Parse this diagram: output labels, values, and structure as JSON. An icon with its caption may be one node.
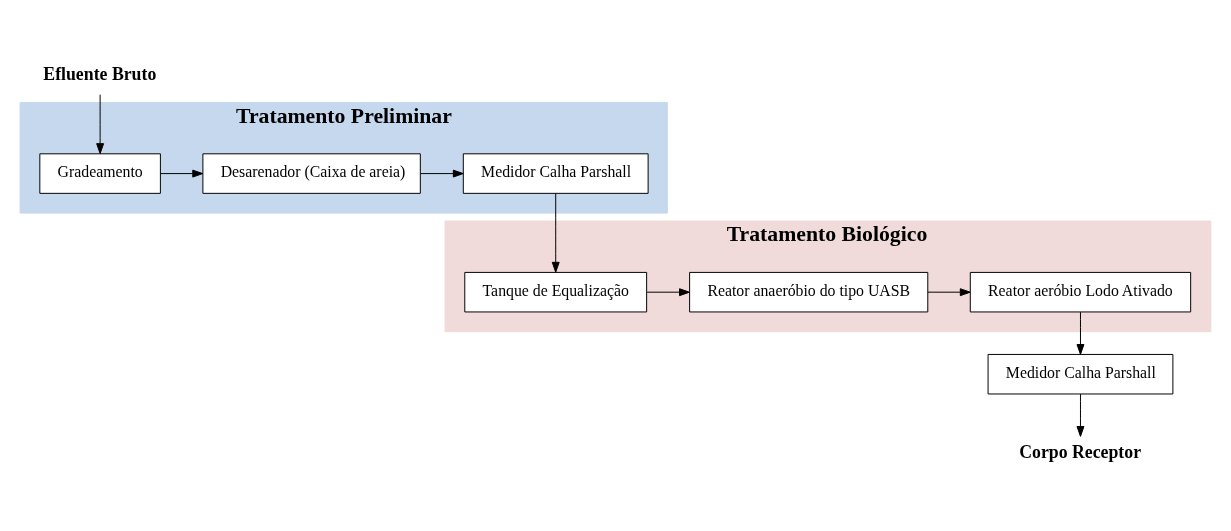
{
  "diagram": {
    "nodes": [
      {
        "text": [
          "Tratamento Preliminar"
        ]
      },
      {
        "text": [
          "Tratamento Biológico"
        ]
      },
      {
        "text": [
          "Efluente Bruto"
        ]
      },
      {
        "text": [
          "Gradeamento"
        ],
        "in": 0
      },
      {
        "text": [
          "Desarenador (Caixa de areia)"
        ],
        "in": 0
      },
      {
        "text": [
          "Medidor Calha Parshall"
        ],
        "in": 0
      },
      {
        "text": [
          "Medidor Calha Parshall"
        ]
      },
      {
        "text": [
          "Reator aeróbio Lodo Ativado"
        ],
        "in": 1
      },
      {
        "text": [
          "Reator anaeróbio do tipo UASB"
        ],
        "in": 1
      },
      {
        "text": [
          "Tanque de Equalização"
        ],
        "in": 1
      },
      {
        "text": [
          "Corpo Receptor"
        ]
      }
    ],
    "edges": [
      {
        "from": 2,
        "to": 3,
        "arrow": "to"
      },
      {
        "from": 3,
        "to": 4,
        "arrow": "to"
      },
      {
        "from": 4,
        "to": 5,
        "arrow": "to"
      },
      {
        "from": 5,
        "to": 9,
        "arrow": "to"
      },
      {
        "from": 9,
        "to": 8,
        "arrow": "to"
      },
      {
        "from": 8,
        "to": 7,
        "arrow": "to"
      },
      {
        "from": 7,
        "to": 6,
        "arrow": "to"
      },
      {
        "from": 6,
        "to": 10,
        "arrow": "to"
      }
    ]
  }
}
